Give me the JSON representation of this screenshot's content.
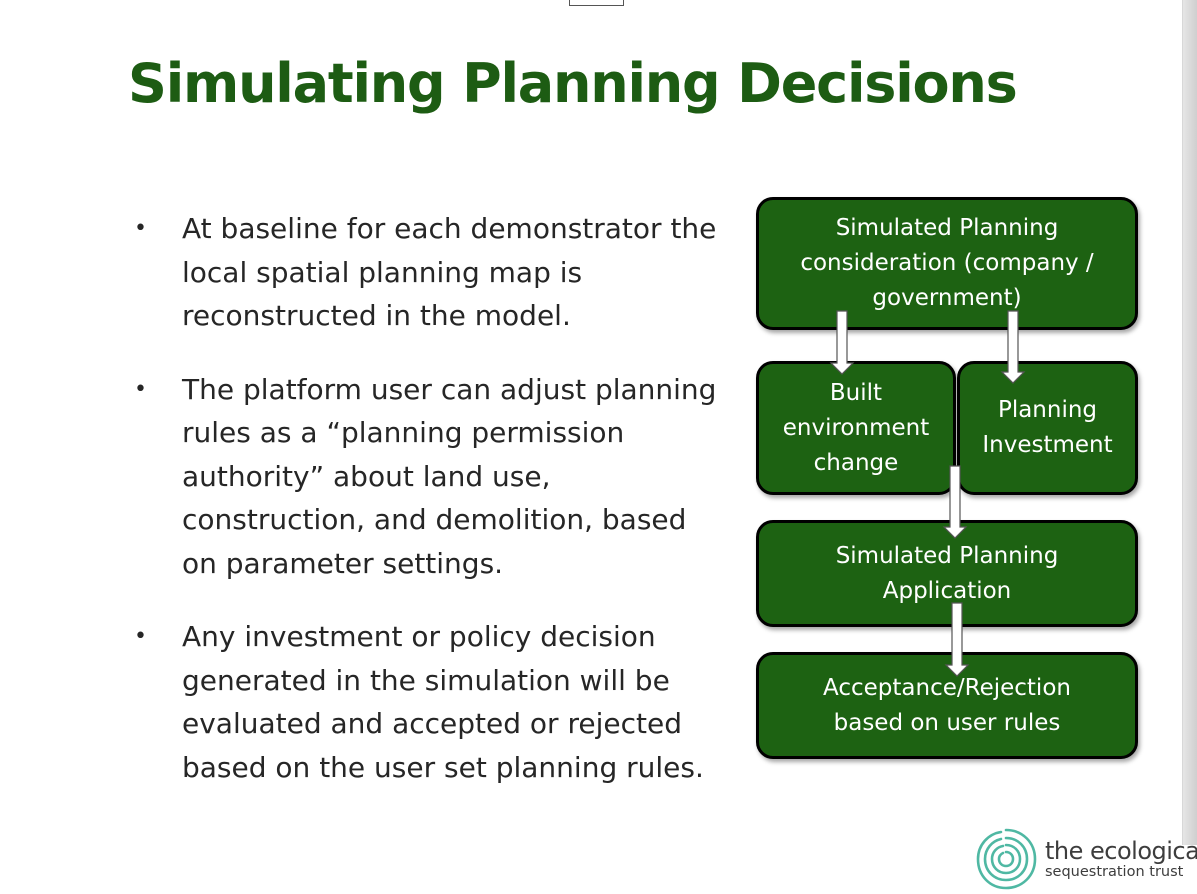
{
  "slide": {
    "title": "Simulating Planning Decisions",
    "bullet_marker": "•",
    "bullets": [
      "At baseline for each demonstrator the local spatial planning map is reconstructed in the model.",
      "The platform user can adjust planning rules as a “planning permission authority” about land use, construction, and demolition, based on parameter settings.",
      "Any investment or policy decision generated in the simulation will be evaluated and accepted or rejected based on the user set planning rules."
    ]
  },
  "flowchart": {
    "box_color": "#1d6212",
    "nodes": {
      "consideration": [
        "Simulated Planning",
        "consideration (company /",
        "government)"
      ],
      "built_env": [
        "Built",
        "environment",
        "change"
      ],
      "investment": [
        "Planning",
        "Investment"
      ],
      "application": [
        "Simulated Planning",
        "Application"
      ],
      "acceptance": [
        "Acceptance/Rejection",
        "based on user rules"
      ]
    }
  },
  "logo": {
    "line1": "the ecological",
    "line2": "sequestration trust",
    "color": "#4fb8a3"
  }
}
